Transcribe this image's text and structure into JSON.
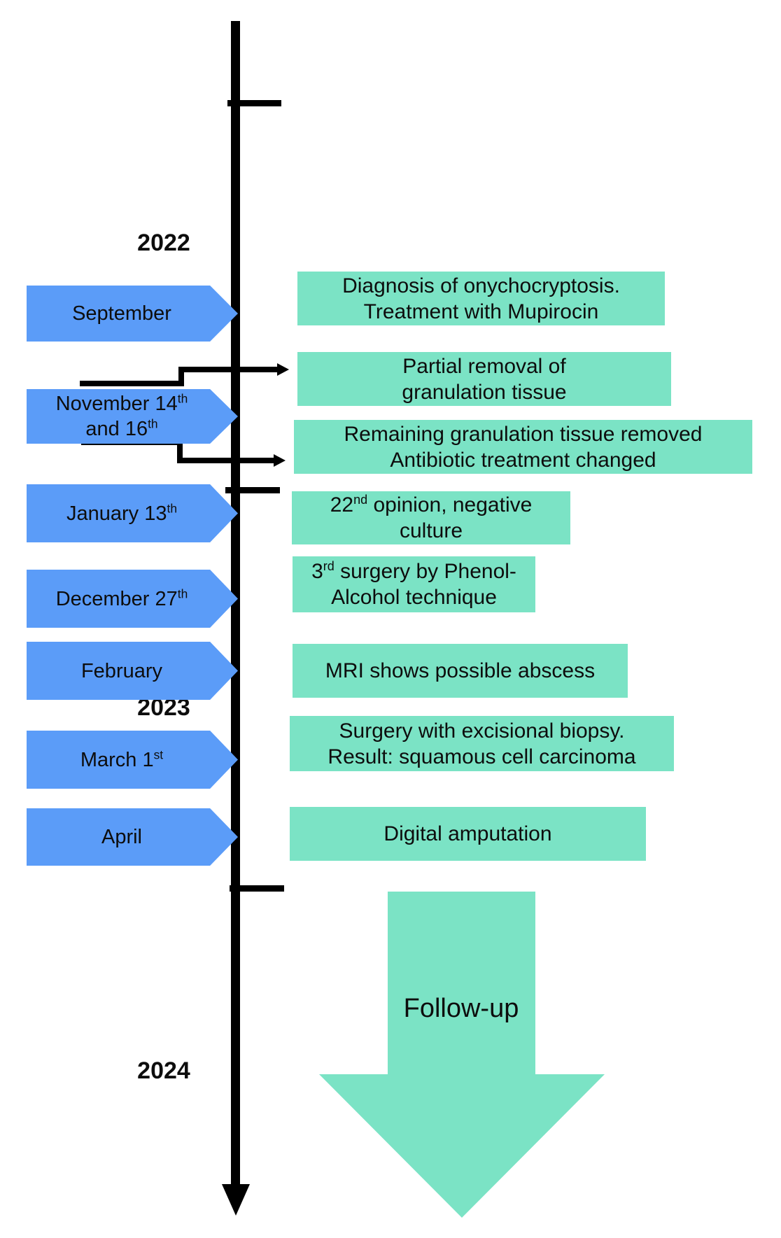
{
  "colors": {
    "date_arrow_blue": "#5b9cf8",
    "event_box_teal": "#7be3c5",
    "axis_black": "#000000",
    "text_black": "#0d0d0d"
  },
  "years": [
    {
      "label": "2022"
    },
    {
      "label": "2023"
    },
    {
      "label": "2024"
    }
  ],
  "events": [
    {
      "date": "September",
      "descriptions": [
        "Diagnosis of onychocryptosis.\nTreatment with Mupirocin"
      ]
    },
    {
      "date": "November 14^{th}\nand 16^{th}",
      "descriptions": [
        "Partial removal of\ngranulation tissue",
        "Remaining granulation tissue removed\nAntibiotic treatment changed"
      ]
    },
    {
      "date": "January 13^{th}",
      "descriptions": [
        "22^{nd} opinion, negative\nculture"
      ]
    },
    {
      "date": "December 27^{th}",
      "descriptions": [
        "3^{rd} surgery by Phenol-\nAlcohol technique"
      ]
    },
    {
      "date": "February",
      "descriptions": [
        "MRI shows possible abscess"
      ]
    },
    {
      "date": "March 1^{st}",
      "descriptions": [
        "Surgery with excisional biopsy.\nResult: squamous cell carcinoma"
      ]
    },
    {
      "date": "April",
      "descriptions": [
        "Digital amputation"
      ]
    }
  ],
  "follow_up": {
    "label": "Follow-up"
  }
}
